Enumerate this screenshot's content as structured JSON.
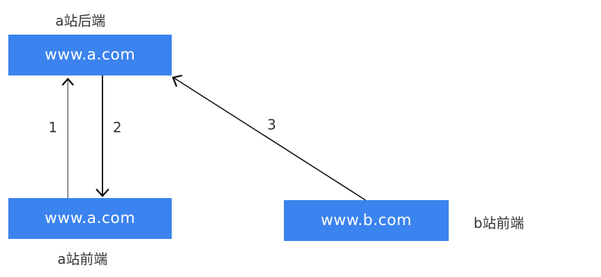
{
  "nodes": {
    "a_backend": {
      "caption": "a站后端",
      "label": "www.a.com"
    },
    "a_frontend": {
      "caption": "a站前端",
      "label": "www.a.com"
    },
    "b_frontend": {
      "caption": "b站前端",
      "label": "www.b.com"
    }
  },
  "edges": [
    {
      "from": "a_frontend",
      "to": "a_backend",
      "label": "1"
    },
    {
      "from": "a_backend",
      "to": "a_frontend",
      "label": "2"
    },
    {
      "from": "b_frontend",
      "to": "a_backend",
      "label": "3"
    }
  ],
  "colors": {
    "box": "#3b83ee",
    "box_text": "#ffffff",
    "line": "#222222"
  }
}
